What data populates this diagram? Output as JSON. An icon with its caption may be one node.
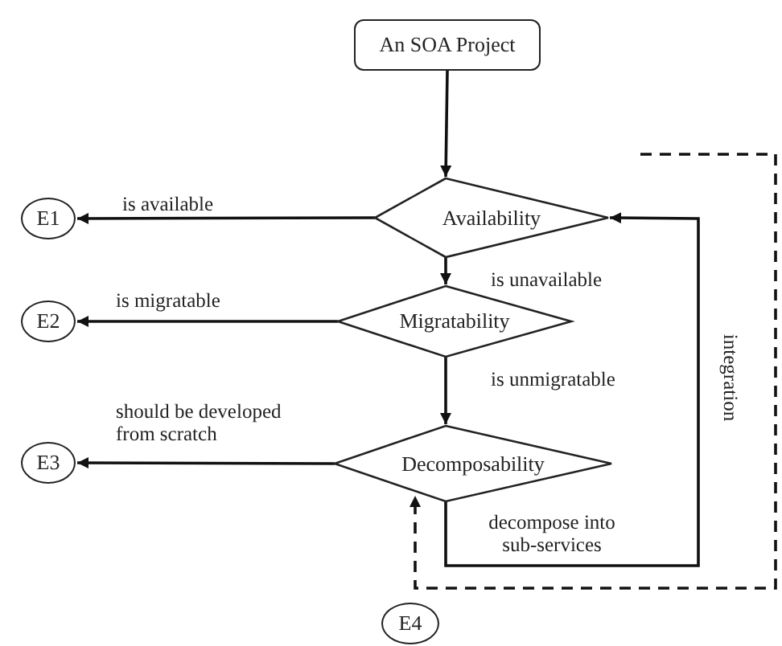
{
  "diagram": {
    "nodes": [
      {
        "text": [
          "An SOA Project"
        ]
      },
      {
        "text": [
          "E1"
        ]
      },
      {
        "text": [
          "Availability"
        ]
      },
      {
        "text": [
          "E2"
        ]
      },
      {
        "text": [
          "Migratability"
        ]
      },
      {
        "text": [
          "E3"
        ]
      },
      {
        "text": [
          "Decomposability"
        ]
      },
      {
        "text": [
          "E4"
        ]
      }
    ],
    "edges": [
      {
        "from": 0,
        "to": 2,
        "arrow": "to"
      },
      {
        "from": 2,
        "to": 1,
        "arrow": "to",
        "label": "is available"
      },
      {
        "from": 2,
        "to": 4,
        "arrow": "to",
        "label": "is unavailable"
      },
      {
        "from": 4,
        "to": 3,
        "arrow": "to",
        "label": "is migratable"
      },
      {
        "from": 4,
        "to": 6,
        "arrow": "to",
        "label": "is unmigratable"
      },
      {
        "from": 6,
        "to": 5,
        "arrow": "to",
        "label": "should be developed from scratch"
      },
      {
        "from": 6,
        "to": 2,
        "arrow": "to",
        "label": "decompose into sub-services"
      },
      {
        "from": null,
        "to": 6,
        "arrow": "to",
        "label": "integration",
        "style": "dashed"
      }
    ]
  }
}
